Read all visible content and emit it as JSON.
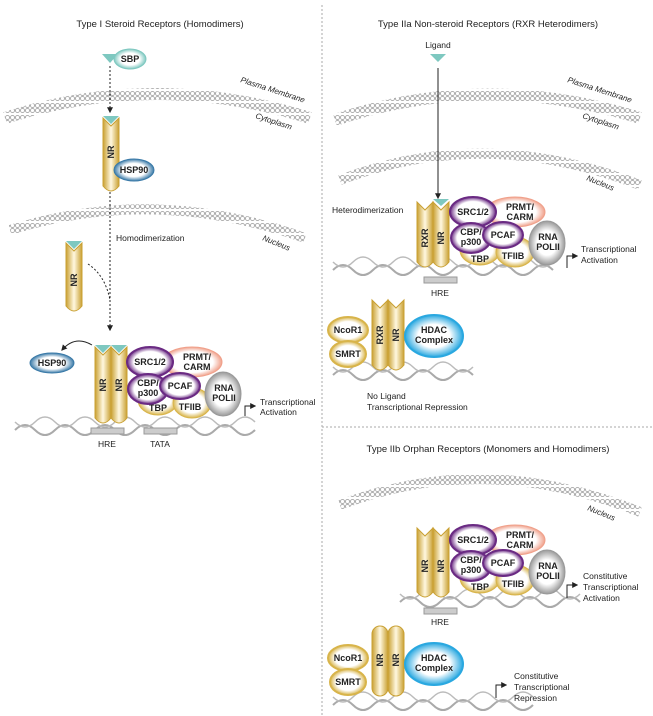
{
  "panels": {
    "type1": {
      "title": "Type I Steroid Receptors (Homodimers)",
      "sbp": "SBP",
      "plasma_membrane": "Plasma Membrane",
      "cytoplasm": "Cytoplasm",
      "nucleus": "Nucleus",
      "nr": "NR",
      "hsp90": "HSP90",
      "homodimerization": "Homodimerization",
      "hre": "HRE",
      "tata": "TATA",
      "activation_line1": "Transcriptional",
      "activation_line2": "Activation"
    },
    "type2a": {
      "title": "Type IIa Non-steroid Receptors (RXR Heterodimers)",
      "ligand": "Ligand",
      "plasma_membrane": "Plasma Membrane",
      "cytoplasm": "Cytoplasm",
      "nucleus": "Nucleus",
      "heterodimerization": "Heterodimerization",
      "rxr": "RXR",
      "nr": "NR",
      "hre": "HRE",
      "activation_line1": "Transcriptional",
      "activation_line2": "Activation",
      "repression_line1": "No Ligand",
      "repression_line2": "Transcriptional Repression"
    },
    "type2b": {
      "title": "Type IIb Orphan Receptors (Monomers and Homodimers)",
      "nucleus": "Nucleus",
      "nr": "NR",
      "hre": "HRE",
      "activation_line1": "Constitutive",
      "activation_line2": "Transcriptional",
      "activation_line3": "Activation",
      "repression_line1": "Constitutive",
      "repression_line2": "Transcriptional",
      "repression_line3": "Repression"
    }
  },
  "complex": {
    "src": "SRC1/2",
    "prmt1": "PRMT/",
    "prmt2": "CARM",
    "cbp1": "CBP/",
    "cbp2": "p300",
    "pcaf": "PCAF",
    "tbp": "TBP",
    "tfiib": "TFIIB",
    "rna1": "RNA",
    "rna2": "POLII"
  },
  "repressor": {
    "ncor": "NcoR1",
    "smrt": "SMRT",
    "hdac1": "HDAC",
    "hdac2": "Complex"
  },
  "colors": {
    "nr_gold": "#d8b44a",
    "ligand_teal": "#7ec8c0",
    "coactivator_purple": "#6a2a83",
    "prmt_salmon": "#f0a08a",
    "hsp90_blue": "#3a7aa8",
    "hdac_blue": "#2aa8e0",
    "rna_gray": "#9a9a9a",
    "membrane_gray": "#b8b8b8"
  }
}
